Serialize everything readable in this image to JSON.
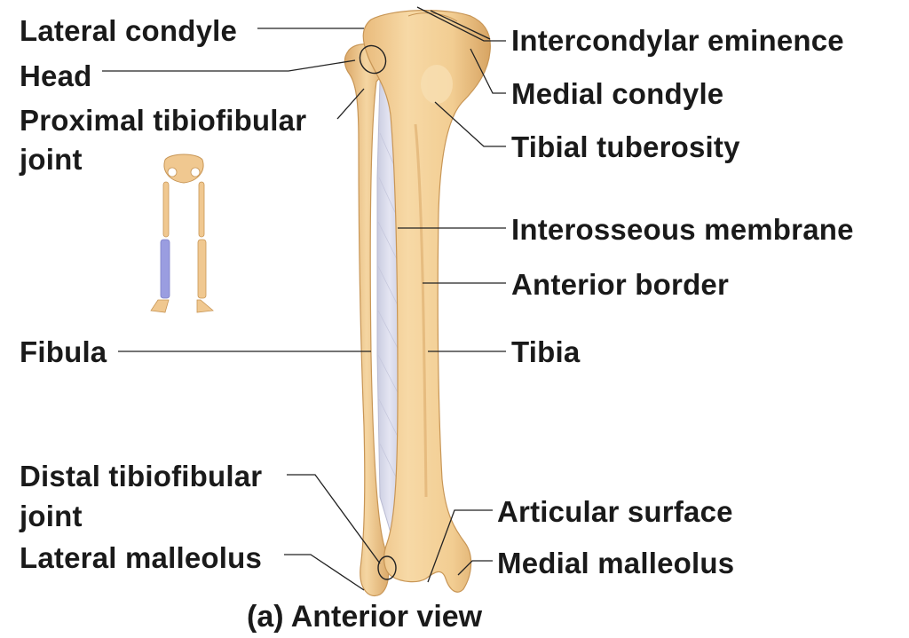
{
  "labels": {
    "lateral_condyle": "Lateral condyle",
    "head": "Head",
    "proximal_joint_line1": "Proximal tibiofibular",
    "proximal_joint_line2": "joint",
    "fibula": "Fibula",
    "distal_joint_line1": "Distal tibiofibular",
    "distal_joint_line2": "joint",
    "lateral_malleolus": "Lateral malleolus",
    "intercondylar_eminence": "Intercondylar eminence",
    "medial_condyle": "Medial condyle",
    "tibial_tuberosity": "Tibial tuberosity",
    "interosseous_membrane": "Interosseous membrane",
    "anterior_border": "Anterior border",
    "tibia": "Tibia",
    "articular_surface": "Articular surface",
    "medial_malleolus": "Medial malleolus"
  },
  "caption": "(a) Anterior view",
  "colors": {
    "bone": "#f3cf98",
    "bone_shadow": "#d9a866",
    "membrane": "#d7d9ea",
    "highlight": "#9a9de0",
    "leader_line": "#222222"
  }
}
